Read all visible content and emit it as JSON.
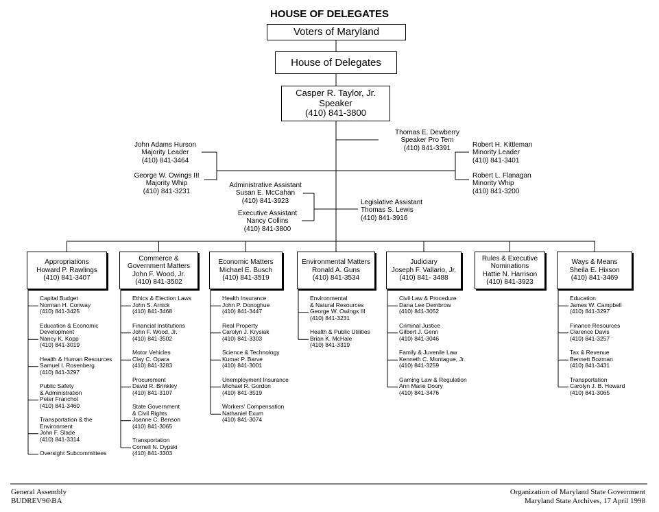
{
  "title": "HOUSE OF DELEGATES",
  "voters": "Voters of Maryland",
  "house": "House of Delegates",
  "speaker": {
    "name": "Casper R. Taylor, Jr.",
    "role": "Speaker",
    "phone": "(410) 841-3800"
  },
  "pro_tem": {
    "name": "Thomas E. Dewberry",
    "role": "Speaker Pro Tem",
    "phone": "(410) 841-3391"
  },
  "majority_leader": {
    "name": "John Adams Hurson",
    "role": "Majority Leader",
    "phone": "(410) 841-3464"
  },
  "majority_whip": {
    "name": "George W. Owings III",
    "role": "Majority Whip",
    "phone": "(410) 841-3231"
  },
  "minority_leader": {
    "name": "Robert H. Kittleman",
    "role": "Minority Leader",
    "phone": "(410) 841-3401"
  },
  "minority_whip": {
    "name": "Robert L. Flanagan",
    "role": "Minority Whip",
    "phone": "(410) 841-3200"
  },
  "admin_assistant": {
    "role": "Administrative Assistant",
    "name": "Susan E. McCahan",
    "phone": "(410) 841-3923"
  },
  "exec_assistant": {
    "role": "Executive Assistant",
    "name": "Nancy Collins",
    "phone": "(410) 841-3800"
  },
  "leg_assistant": {
    "role": "Legislative Assistant",
    "name": "Thomas S. Lewis",
    "phone": "(410) 841-3916"
  },
  "committees": [
    {
      "name_lines": [
        "Appropriations"
      ],
      "chair": "Howard P. Rawlings",
      "phone": "(410) 841-3407",
      "subs": [
        {
          "lines": [
            "Capital Budget",
            "Norman H. Conway",
            "(410) 841-3425"
          ]
        },
        {
          "lines": [
            "Education & Economic",
            "Development",
            "Nancy K. Kopp",
            "(410) 841-3019"
          ]
        },
        {
          "lines": [
            "Health & Human Resources",
            "Samuel I. Rosenberg",
            "(410) 841-3297"
          ]
        },
        {
          "lines": [
            "Public Safety",
            "& Administration",
            "Peter Franchot",
            "(410) 841-3460"
          ]
        },
        {
          "lines": [
            "Transportation & the",
            "Environment",
            "John F. Slade",
            "(410) 841-3314"
          ]
        },
        {
          "lines": [
            "Oversight Subcommittees"
          ]
        }
      ]
    },
    {
      "name_lines": [
        "Commerce &",
        "Government Matters"
      ],
      "chair": "John F. Wood, Jr.",
      "phone": "(410) 841-3502",
      "subs": [
        {
          "lines": [
            "Ethics & Election Laws",
            "John S. Arnick",
            "(410) 841-3468"
          ]
        },
        {
          "lines": [
            "Financial Institutions",
            "John F. Wood, Jr.",
            "(410) 841-3502"
          ]
        },
        {
          "lines": [
            "Motor Vehicles",
            "Clay C. Opara",
            "(410) 841-3283"
          ]
        },
        {
          "lines": [
            "Procurement",
            "David R. Brinkley",
            "(410) 841-3107"
          ]
        },
        {
          "lines": [
            "State Government",
            "& Civil Rights",
            "Joanne C. Benson",
            "(410) 841-3065"
          ]
        },
        {
          "lines": [
            "Transportation",
            "Cornell N. Dypski",
            "(410) 841-3303"
          ]
        }
      ]
    },
    {
      "name_lines": [
        "Economic Matters"
      ],
      "chair": "Michael E. Busch",
      "phone": "(410) 841-3519",
      "subs": [
        {
          "lines": [
            "Health Insurance",
            "John P. Donoghue",
            "(410) 841-3447"
          ]
        },
        {
          "lines": [
            "Real Property",
            "Carolyn J. Krysiak",
            "(410) 841-3303"
          ]
        },
        {
          "lines": [
            "Science & Technology",
            "Kumar P. Barve",
            "(410) 841-3001"
          ]
        },
        {
          "lines": [
            "Unemployment Insurance",
            "Michael R. Gordon",
            "(410) 841-3519"
          ]
        },
        {
          "lines": [
            "Workers' Compensation",
            "Nathaniel Exum",
            "(410) 841-3074"
          ]
        }
      ]
    },
    {
      "name_lines": [
        "Environmental Matters"
      ],
      "chair": "Ronald A. Guns",
      "phone": "(410) 841-3534",
      "subs": [
        {
          "lines": [
            "Environmental",
            "& Natural Resources",
            "George W. Owings III",
            "(410) 841-3231"
          ]
        },
        {
          "lines": [
            "Health & Public Utilities",
            "Brian K. McHale",
            "(410) 841-3319"
          ]
        }
      ]
    },
    {
      "name_lines": [
        "Judiciary"
      ],
      "chair": "Joseph F. Vallario, Jr.",
      "phone": "(410) 841- 3488",
      "subs": [
        {
          "lines": [
            "Civil Law & Procedure",
            "Dana Lee Dembrow",
            "(410) 841-3052"
          ]
        },
        {
          "lines": [
            "Criminal Justice",
            "Gilbert J. Genn",
            "(410) 841-3046"
          ]
        },
        {
          "lines": [
            "Family & Juvenile Law",
            "Kenneth C. Montague, Jr.",
            "(410) 841-3259"
          ]
        },
        {
          "lines": [
            "Gaming Law & Regulation",
            "Ann Marie Doory",
            "(410) 841-3476"
          ]
        }
      ]
    },
    {
      "name_lines": [
        "Rules & Executive",
        "Nominations"
      ],
      "chair": "Hattie N. Harrison",
      "phone": "(410) 841-3923",
      "subs": []
    },
    {
      "name_lines": [
        "Ways & Means"
      ],
      "chair": "Sheila E. Hixson",
      "phone": "(410) 841-3469",
      "subs": [
        {
          "lines": [
            "Education",
            "James W. Campbell",
            "(410) 841-3297"
          ]
        },
        {
          "lines": [
            "Finance Resources",
            "Clarence Davis",
            "(410) 841-3257"
          ]
        },
        {
          "lines": [
            "Tax & Revenue",
            "Bennett Bozman",
            "(410) 841-3431"
          ]
        },
        {
          "lines": [
            "Transportation",
            "Carolyn J. B. Howard",
            "(410) 841-3065"
          ]
        }
      ]
    }
  ],
  "footer": {
    "left": [
      "General Assembly",
      "BUDREV96\\BA"
    ],
    "right": [
      "Organization of Maryland State Government",
      "Maryland State Archives, 17 April 1998"
    ]
  }
}
